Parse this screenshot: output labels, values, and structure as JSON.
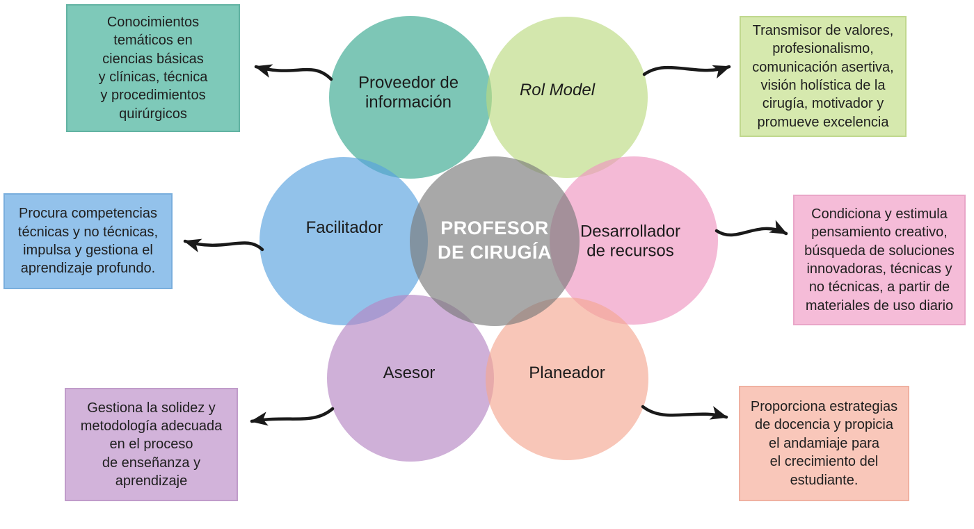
{
  "diagram_title": "PROFESOR DE CIRUGÍA",
  "background_color": "#ffffff",
  "arrow_color": "#1a1a1a",
  "center": {
    "label": "PROFESOR\nDE CIRUGÍA",
    "circle_color": "#a9a9a7",
    "text_color": "#ffffff"
  },
  "roles": [
    {
      "name": "Proveedor de información",
      "label": "Proveedor de\ninformación",
      "circle_color": "#7dc6b5",
      "box_color": "#7ec9b9",
      "description": "Conocimientos\ntemáticos en\nciencias básicas\ny clínicas, técnica\ny procedimientos\nquirúrgicos"
    },
    {
      "name": "Rol Model",
      "label": "Rol Model",
      "circle_color": "#d4e7ad",
      "box_color": "#d6e9ae",
      "description": "Transmisor de valores,\nprofesionalismo,\ncomunicación asertiva,\nvisión holística de la\ncirugía, motivador y\npromueve excelencia"
    },
    {
      "name": "Facilitador",
      "label": "Facilitador",
      "circle_color": "#92c1ea",
      "box_color": "#93c2eb",
      "description": "Procura competencias\ntécnicas y no técnicas,\nimpulsa y gestiona el\naprendizaje profundo."
    },
    {
      "name": "Desarrollador de recursos",
      "label": "Desarrollador\nde recursos",
      "circle_color": "#f4bad7",
      "box_color": "#f5bcd8",
      "description": "Condiciona y estimula\npensamiento creativo,\nbúsqueda de soluciones\ninnovadoras, técnicas y\nno técnicas, a partir de\nmateriales de uso diario"
    },
    {
      "name": "Asesor",
      "label": "Asesor",
      "circle_color": "#cfb0d8",
      "box_color": "#d2b3da",
      "description": "Gestiona la solidez y\nmetodología adecuada\nen el proceso\nde enseñanza y\naprendizaje"
    },
    {
      "name": "Planeador",
      "label": "Planeador",
      "circle_color": "#f9c6b8",
      "box_color": "#f9c7ba",
      "description": "Proporciona estrategias\nde docencia y propicia\nel andamiaje para\nel crecimiento del\nestudiante."
    }
  ]
}
